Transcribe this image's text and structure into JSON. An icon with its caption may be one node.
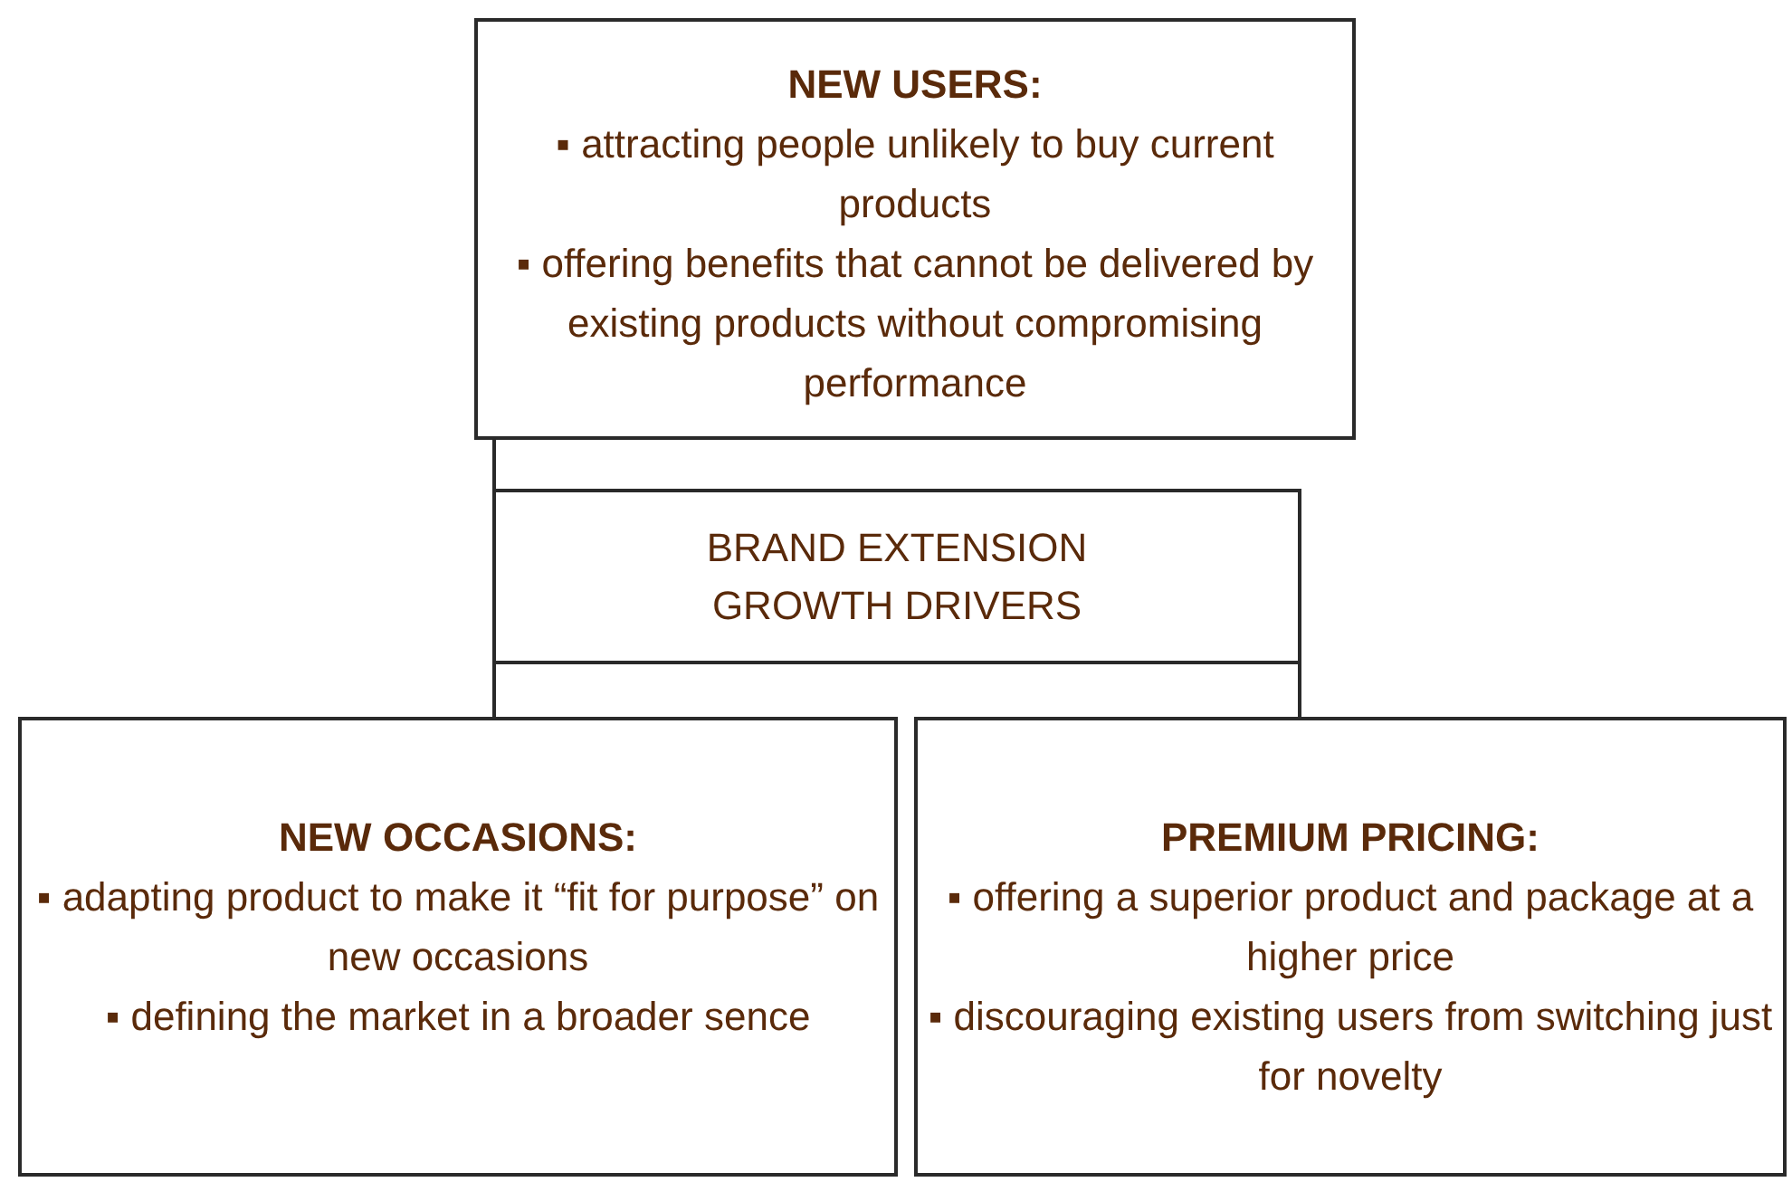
{
  "diagram": {
    "nodes": [
      {
        "text": [
          "NEW USERS:",
          "▪ attracting people unlikely to buy current products",
          "▪ offering benefits that cannot be delivered by existing products without compromising performance"
        ]
      },
      {
        "text": [
          "BRAND EXTENSION GROWTH DRIVERS"
        ]
      },
      {
        "text": [
          "NEW OCCASIONS:",
          "▪ adapting product to make it “fit for purpose” on new occasions",
          "▪ defining the market in a broader sence"
        ]
      },
      {
        "text": [
          "PREMIUM PRICING:",
          "▪ offering a superior product and package at a higher price",
          "▪ discouraging existing users from switching just for novelty"
        ]
      }
    ],
    "edges": [
      {
        "from": 0,
        "to": 1,
        "arrow": "none"
      },
      {
        "from": 1,
        "to": 2,
        "arrow": "none"
      },
      {
        "from": 1,
        "to": 3,
        "arrow": "none"
      }
    ]
  }
}
